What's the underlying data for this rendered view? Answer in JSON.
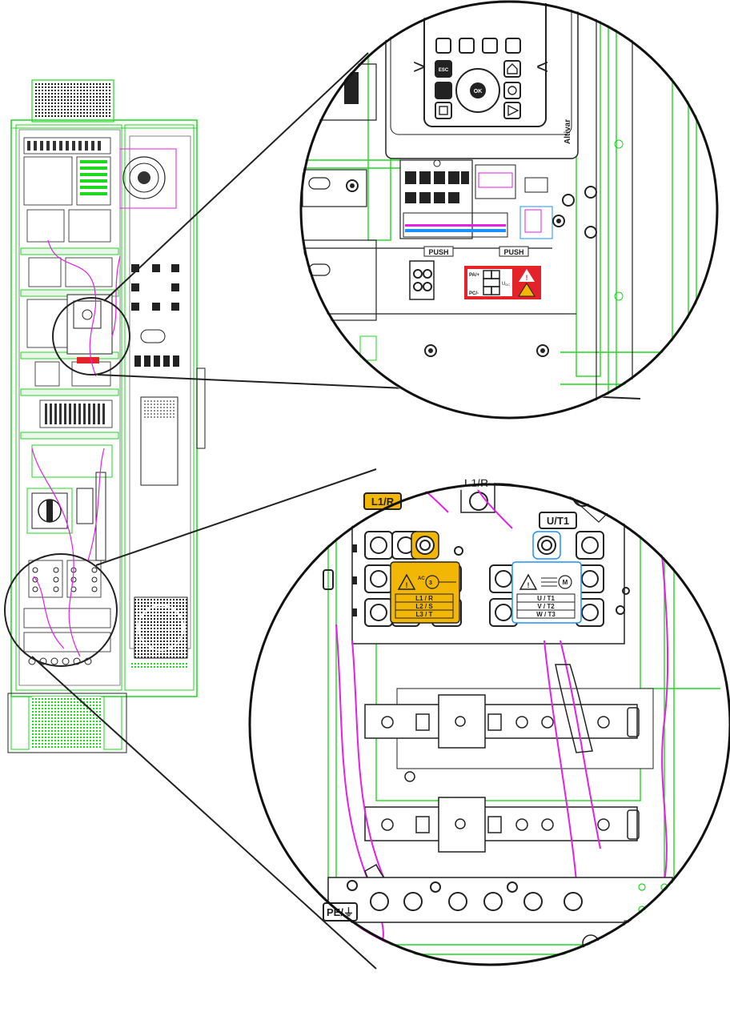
{
  "detail_top": {
    "brand": "Altivar",
    "keypad": {
      "esc": "ESC",
      "ok": "OK",
      "left_chevron": ">",
      "right_chevron": "<"
    },
    "push_left": "PUSH",
    "push_right": "PUSH",
    "dc_label": {
      "pa": "PA/+",
      "pc": "PC/-",
      "udc": "U",
      "udc_sub": "DC"
    }
  },
  "detail_bottom": {
    "input_tag": "L1/R",
    "input_tag_top": "L1/R",
    "output_tag": "U/T1",
    "input_block": {
      "ac": "AC",
      "phase": "3",
      "lines": [
        "L1 / R",
        "L2 / S",
        "L3 / T"
      ]
    },
    "output_block": {
      "motor": "M",
      "lines": [
        "U / T1",
        "V / T2",
        "W / T3"
      ]
    },
    "pe_tag": "PE/⏚"
  },
  "colors": {
    "green": "#1ed81e",
    "magenta": "#e61ee6",
    "yellow": "#f2b705",
    "red": "#e3222a",
    "blue": "#1e90ff",
    "line": "#111111"
  }
}
